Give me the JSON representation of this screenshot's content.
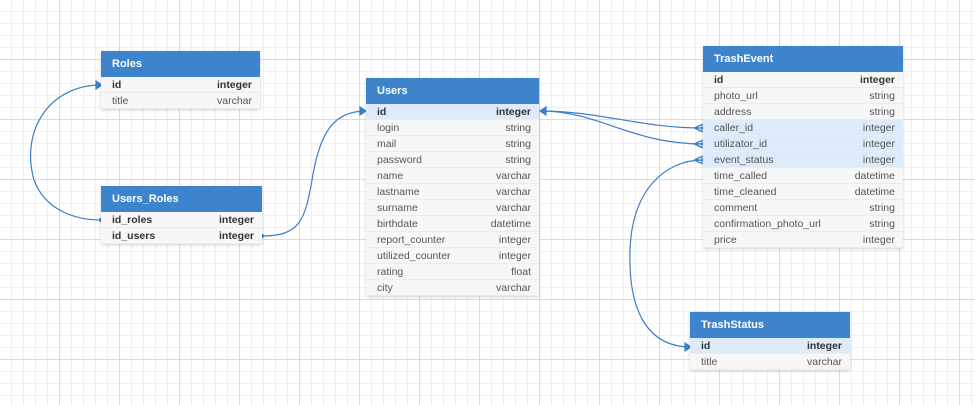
{
  "entities": {
    "roles": {
      "title": "Roles",
      "fields": [
        {
          "name": "id",
          "type": "integer"
        },
        {
          "name": "title",
          "type": "varchar"
        }
      ]
    },
    "users_roles": {
      "title": "Users_Roles",
      "fields": [
        {
          "name": "id_roles",
          "type": "integer"
        },
        {
          "name": "id_users",
          "type": "integer"
        }
      ]
    },
    "users": {
      "title": "Users",
      "fields": [
        {
          "name": "id",
          "type": "integer"
        },
        {
          "name": "login",
          "type": "string"
        },
        {
          "name": "mail",
          "type": "string"
        },
        {
          "name": "password",
          "type": "string"
        },
        {
          "name": "name",
          "type": "varchar"
        },
        {
          "name": "lastname",
          "type": "varchar"
        },
        {
          "name": "surname",
          "type": "varchar"
        },
        {
          "name": "birthdate",
          "type": "datetime"
        },
        {
          "name": "report_counter",
          "type": "integer"
        },
        {
          "name": "utilized_counter",
          "type": "integer"
        },
        {
          "name": "rating",
          "type": "float"
        },
        {
          "name": "city",
          "type": "varchar"
        }
      ]
    },
    "trash_event": {
      "title": "TrashEvent",
      "fields": [
        {
          "name": "id",
          "type": "integer"
        },
        {
          "name": "photo_url",
          "type": "string"
        },
        {
          "name": "address",
          "type": "string"
        },
        {
          "name": "caller_id",
          "type": "integer"
        },
        {
          "name": "utilizator_id",
          "type": "integer"
        },
        {
          "name": "event_status",
          "type": "integer"
        },
        {
          "name": "time_called",
          "type": "datetime"
        },
        {
          "name": "time_cleaned",
          "type": "datetime"
        },
        {
          "name": "comment",
          "type": "string"
        },
        {
          "name": "confirmation_photo_url",
          "type": "string"
        },
        {
          "name": "price",
          "type": "integer"
        }
      ]
    },
    "trash_status": {
      "title": "TrashStatus",
      "fields": [
        {
          "name": "id",
          "type": "integer"
        },
        {
          "name": "title",
          "type": "varchar"
        }
      ]
    }
  },
  "colors": {
    "header": "#3e84cd",
    "link": "#3d7fc7",
    "highlight_row": "#ddeaf8",
    "canvas": "#ffffff"
  }
}
